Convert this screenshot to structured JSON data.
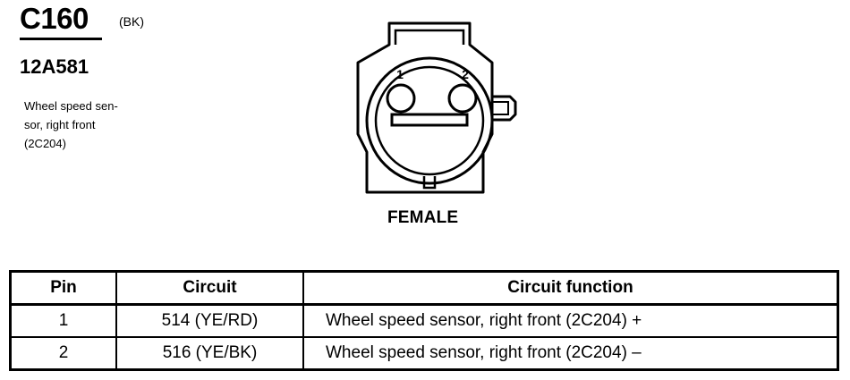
{
  "connector": {
    "id": "C160",
    "color": "(BK)",
    "part_number": "12A581",
    "description_lines": [
      "Wheel speed sen-",
      "sor, right front",
      "(2C204)"
    ]
  },
  "diagram": {
    "pin_labels": [
      "1",
      "2"
    ],
    "gender": "FEMALE"
  },
  "table": {
    "headers": [
      "Pin",
      "Circuit",
      "Circuit function"
    ],
    "rows": [
      {
        "pin": "1",
        "circuit": "514 (YE/RD)",
        "function": "Wheel speed sensor, right front (2C204) +"
      },
      {
        "pin": "2",
        "circuit": "516 (YE/BK)",
        "function": "Wheel speed sensor, right front (2C204) –"
      }
    ]
  }
}
